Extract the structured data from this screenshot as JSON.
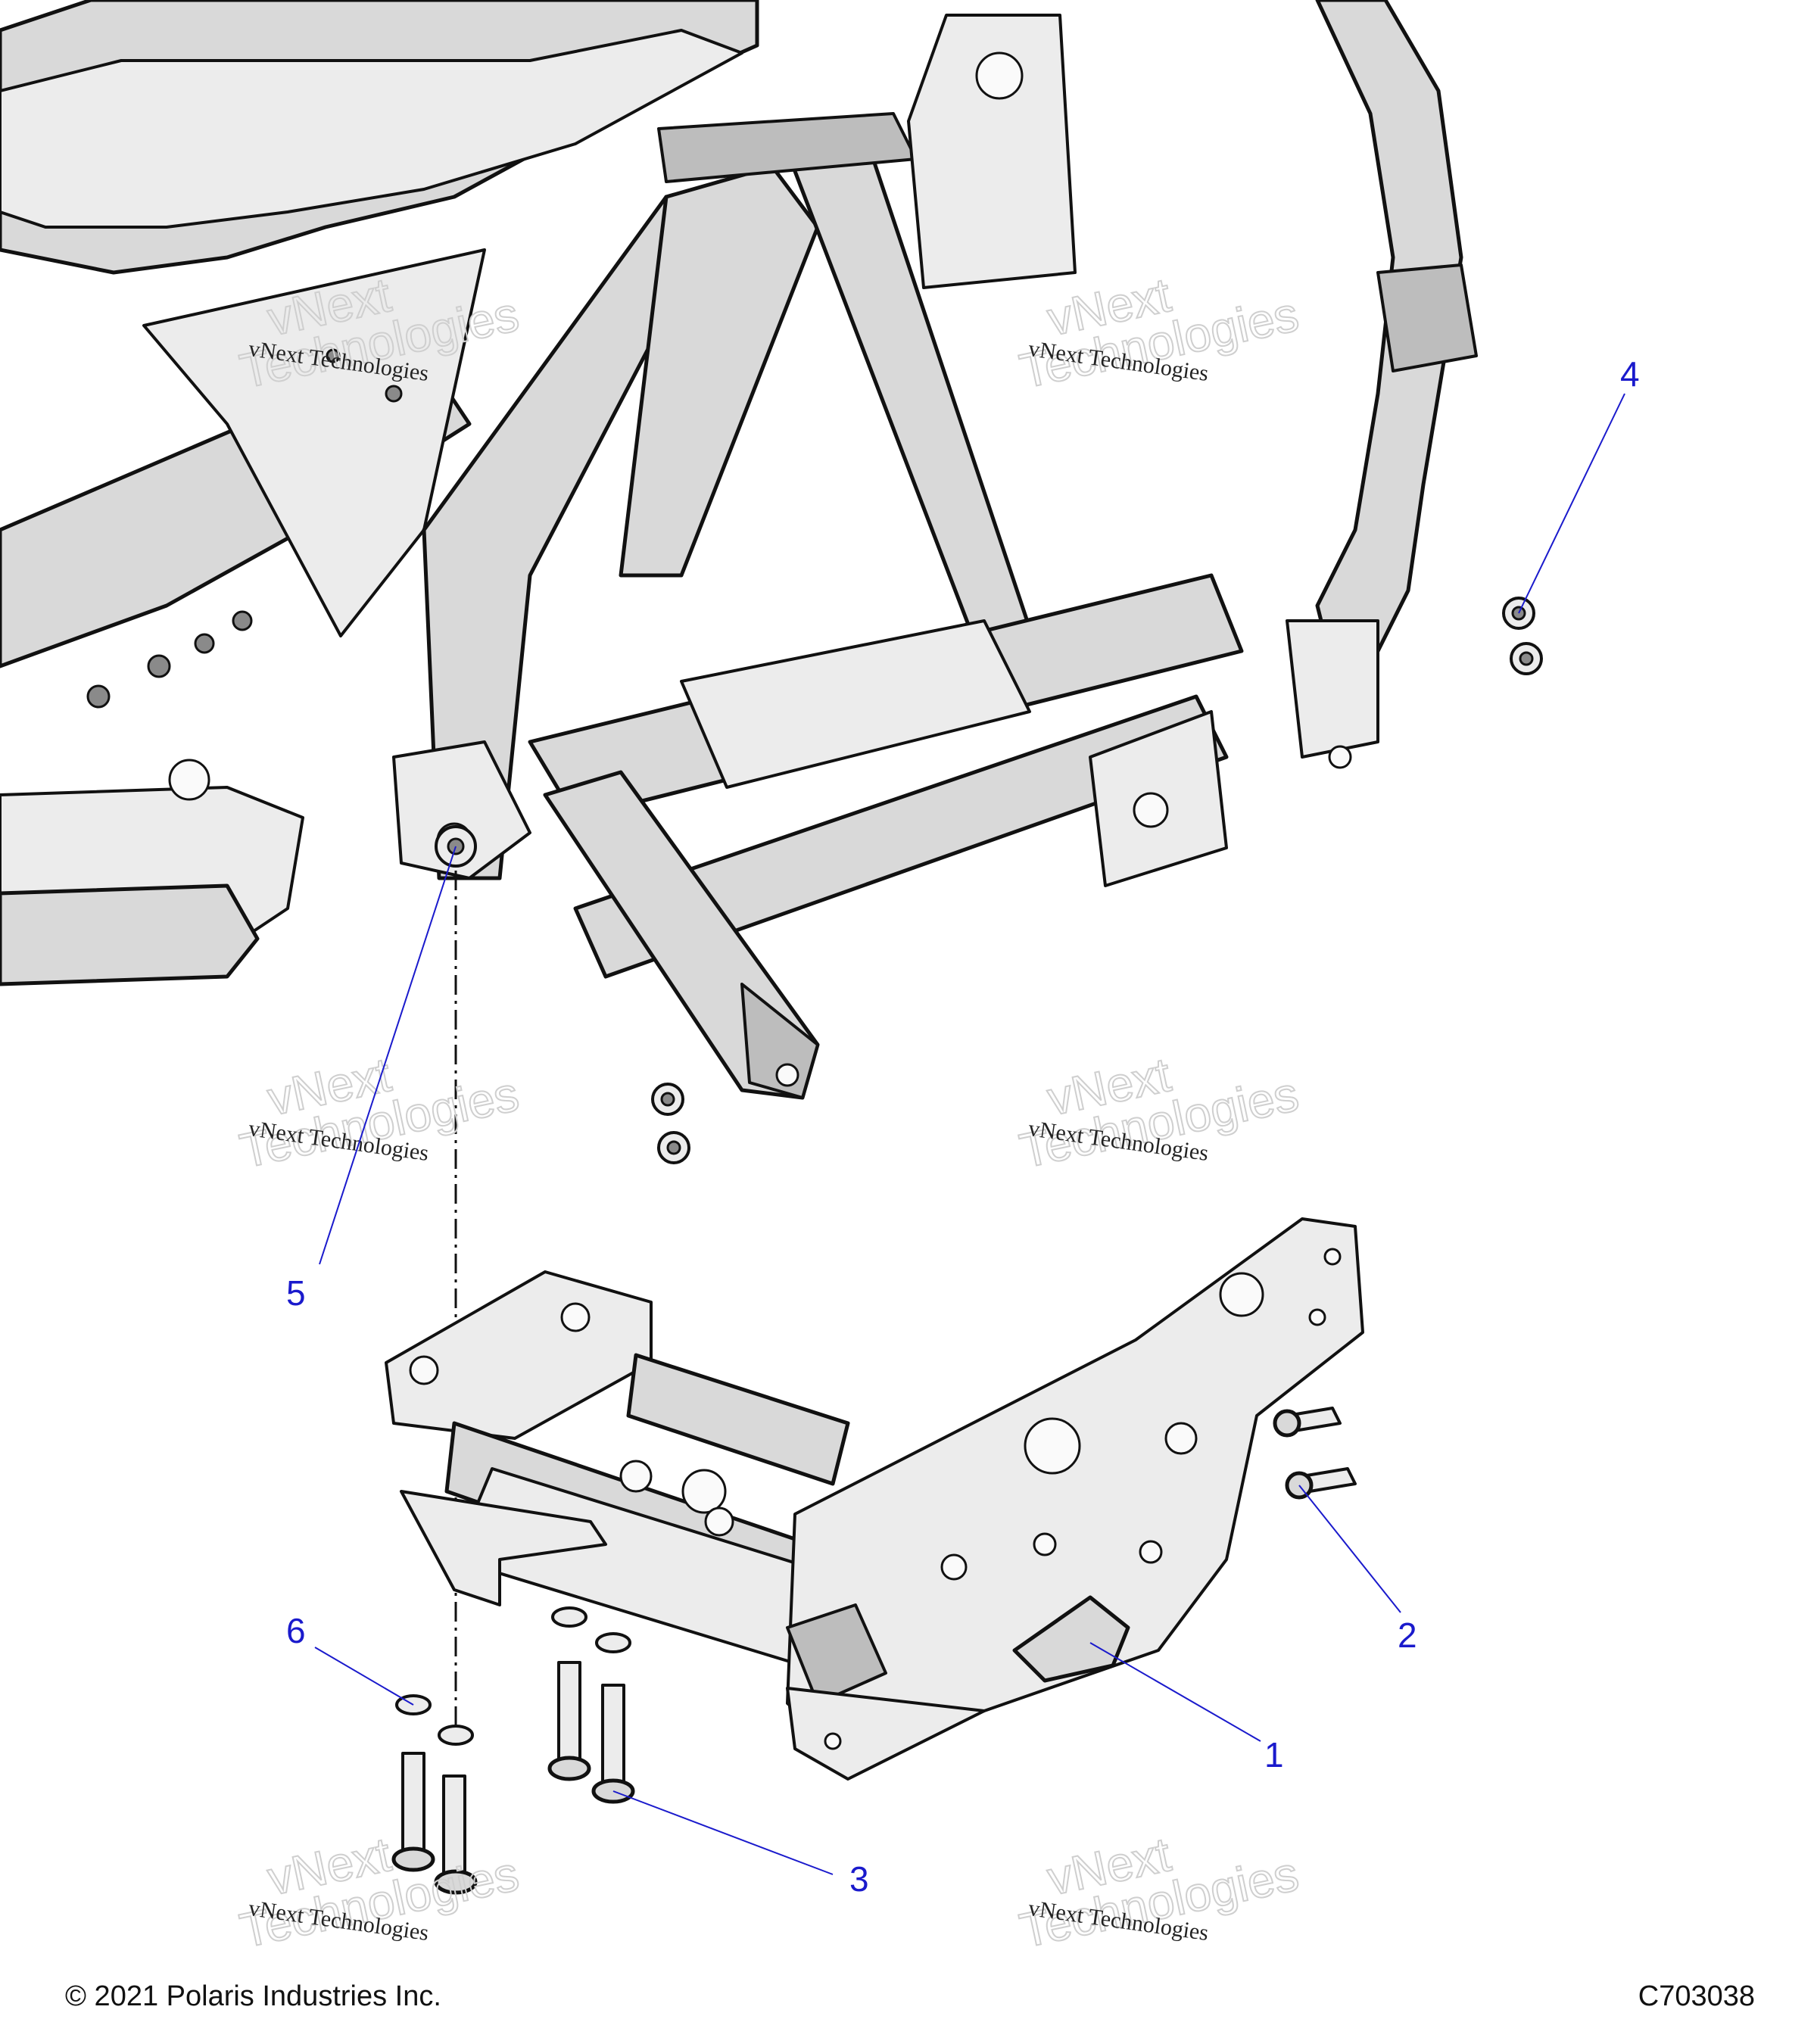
{
  "callouts": [
    {
      "id": "1",
      "label": "1"
    },
    {
      "id": "2",
      "label": "2"
    },
    {
      "id": "3",
      "label": "3"
    },
    {
      "id": "4",
      "label": "4"
    },
    {
      "id": "5",
      "label": "5"
    },
    {
      "id": "6",
      "label": "6"
    }
  ],
  "watermark": {
    "line1": "vNext Technologies",
    "line2": "vNext",
    "line3": "Technologies"
  },
  "footer": {
    "copyright": "© 2021 Polaris Industries Inc.",
    "figure_code": "C703038"
  },
  "colors": {
    "callout": "#1a1acc",
    "part_fill": "#d9d9d9",
    "outline": "#111111"
  }
}
